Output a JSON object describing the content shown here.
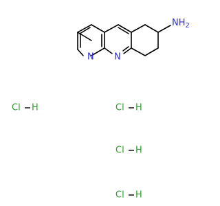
{
  "molecule": {
    "atoms": {
      "n_pyridine": "N",
      "n_central": "N",
      "amine": "NH",
      "amine_sub": "2"
    },
    "colors": {
      "nitrogen": "#2b2bd6",
      "chlorine": "#2e9a2e",
      "bond": "#000000"
    }
  },
  "counterions": [
    {
      "cl": "Cl",
      "h": "H"
    },
    {
      "cl": "Cl",
      "h": "H"
    },
    {
      "cl": "Cl",
      "h": "H"
    },
    {
      "cl": "Cl",
      "h": "H"
    }
  ]
}
